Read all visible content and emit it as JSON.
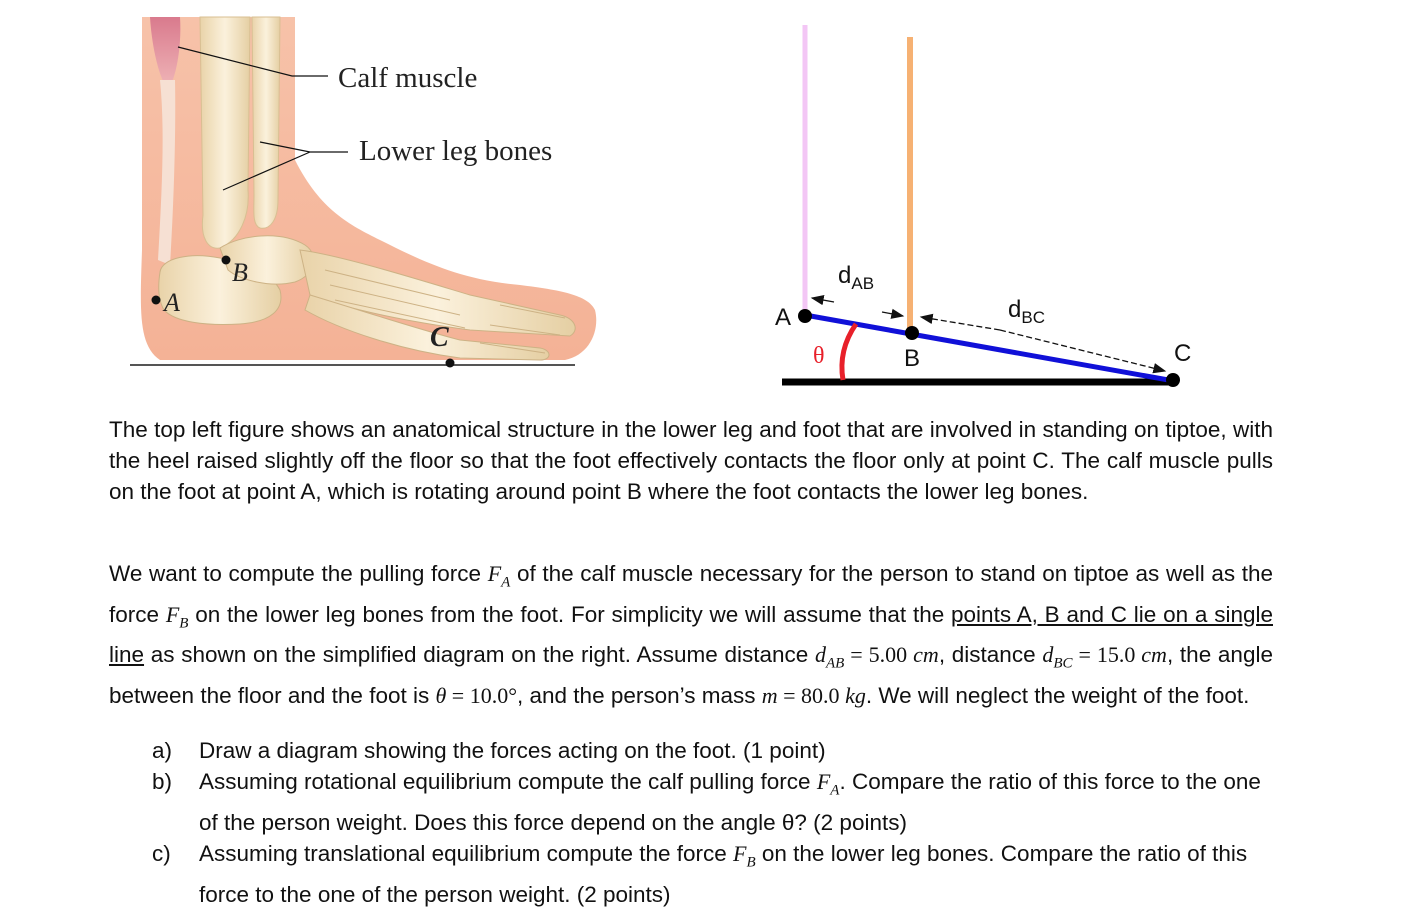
{
  "anatomy_figure": {
    "label_calf": "Calf muscle",
    "label_bones": "Lower leg bones",
    "point_a": "A",
    "point_b": "B",
    "point_c": "C"
  },
  "simplified_diagram": {
    "point_a": "A",
    "point_b": "B",
    "point_c": "C",
    "theta": "θ",
    "d_ab_base": "d",
    "d_ab_sub": "AB",
    "d_bc_base": "d",
    "d_bc_sub": "BC",
    "colors": {
      "muscle_line": "#f3c6f5",
      "bone_line": "#f6b173",
      "foot_line": "#1010d8",
      "angle_arc": "#e8202a",
      "floor": "#000000"
    }
  },
  "text": {
    "p1": "The top left figure shows an anatomical structure in the lower leg and foot that are involved in standing on tiptoe, with the heel raised slightly off the floor so that the foot effectively contacts the floor only at point C. The calf muscle pulls on the foot at point A, which is rotating around point B where the foot contacts the lower leg bones.",
    "p2_a": "We want to compute the pulling force ",
    "p2_fa": "F",
    "p2_fa_sub": "A",
    "p2_b": " of the calf muscle necessary for the person to stand on tiptoe as well as the force ",
    "p2_fb": "F",
    "p2_fb_sub": "B",
    "p2_c": " on the lower leg bones from the foot. For simplicity we will assume that the ",
    "p2_underline": "points A, B and C lie on a single line",
    "p2_d": " as shown on the simplified diagram on the right. Assume distance ",
    "p2_dab": "d",
    "p2_dab_sub": "AB",
    "p2_dab_val": " = 5.00 ",
    "p2_unit_cm": "cm",
    "p2_e": ", distance ",
    "p2_dbc": "d",
    "p2_dbc_sub": "BC",
    "p2_dbc_val": " = 15.0 ",
    "p2_unit_cm2": "cm",
    "p2_f": ", the angle between the floor and the foot is ",
    "p2_theta": "θ",
    "p2_theta_val": " = 10.0°",
    "p2_g": ", and the person’s mass ",
    "p2_m": "m",
    "p2_m_val": " = 80.0 ",
    "p2_unit_kg": "kg",
    "p2_h": ". We will neglect the weight of the foot."
  },
  "questions": [
    {
      "label": "a)",
      "text": "Draw a diagram showing the forces acting on the foot. (1 point)"
    },
    {
      "label": "b)",
      "pre": "Assuming rotational equilibrium compute the calf pulling force ",
      "sym": "F",
      "sub": "A",
      "post": ". Compare the ratio of this force to the one of the person weight. Does this force depend on the angle θ? (2 points)"
    },
    {
      "label": "c)",
      "pre": "Assuming translational equilibrium compute the force ",
      "sym": "F",
      "sub": "B",
      "post": " on the lower leg bones. Compare the ratio of this force to the one of the person weight. (2 points)"
    }
  ]
}
